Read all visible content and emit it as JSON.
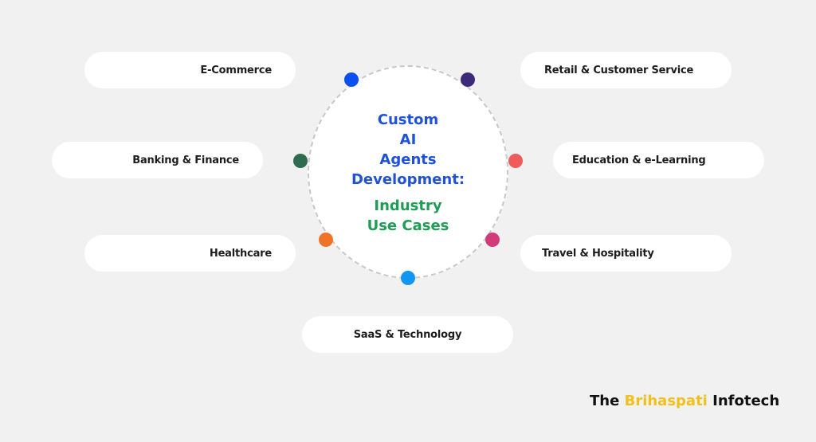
{
  "center": {
    "title_lines": [
      "Custom",
      "AI",
      "Agents",
      "Development:"
    ],
    "subtitle_lines": [
      "Industry",
      "Use Cases"
    ]
  },
  "industries": [
    {
      "label": "E-Commerce",
      "dot_color": "#0a4ff0"
    },
    {
      "label": "Retail & Customer Service",
      "dot_color": "#3d2a7a"
    },
    {
      "label": "Banking & Finance",
      "dot_color": "#2e6b4f"
    },
    {
      "label": "Education & e-Learning",
      "dot_color": "#ef5a5a"
    },
    {
      "label": "Healthcare",
      "dot_color": "#f07428"
    },
    {
      "label": "Travel & Hospitality",
      "dot_color": "#d23a7a"
    },
    {
      "label": "SaaS & Technology",
      "dot_color": "#1296f0"
    }
  ],
  "logo": {
    "part1": "The",
    "part2": "Brihaspati",
    "part3": "Infotech"
  }
}
